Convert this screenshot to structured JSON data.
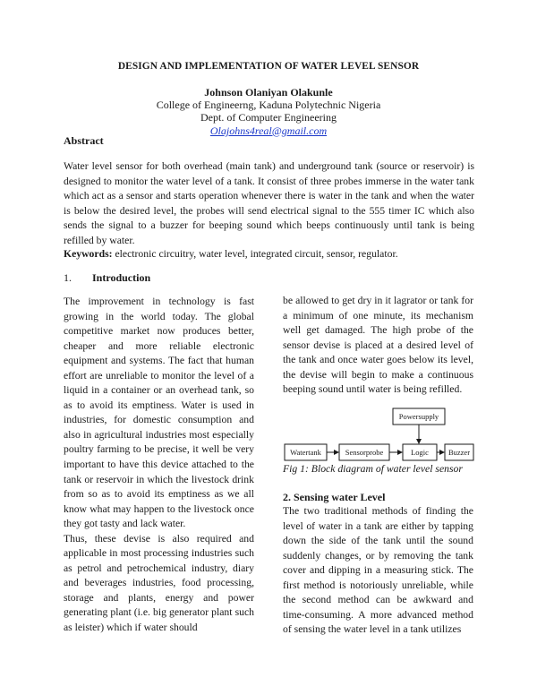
{
  "paper": {
    "title": "DESIGN AND IMPLEMENTATION OF WATER LEVEL SENSOR",
    "author_name": "Johnson Olaniyan Olakunle",
    "affiliation": "College of Engineerng, Kaduna Polytechnic Nigeria",
    "department": "Dept. of Computer Engineering",
    "email": "Olajohns4real@gmail.com"
  },
  "abstract": {
    "heading": "Abstract",
    "text": "Water level sensor for both overhead (main tank) and underground tank (source or reservoir) is designed to monitor the water level of a tank. It consist of three probes immerse in the water tank which act as a sensor and starts operation whenever there is water in the tank and when the water is below the desired level, the probes will send electrical signal to the 555 timer IC which also sends the signal to a buzzer for beeping sound which beeps continuously until tank is being refilled by water."
  },
  "keywords": {
    "label": "Keywords:",
    "text": " electronic circuitry, water level, integrated circuit, sensor, regulator."
  },
  "section1": {
    "number": "1.",
    "title": "Introduction",
    "para1": "The improvement in technology is fast growing in the world today. The global competitive market now produces better, cheaper and more reliable electronic equipment and systems. The fact that human effort are unreliable to monitor the level of a liquid in a container or an overhead tank, so as to avoid its emptiness. Water is used in industries, for domestic consumption and also in agricultural industries most especially poultry farming to be precise, it well be very important to have this device attached to the tank or reservoir in which the livestock drink from so as to avoid its emptiness as we all know what may happen to the livestock once they got tasty and lack water.",
    "para2": "Thus, these devise is also required and applicable in most processing industries such as petrol and petrochemical industry, diary and beverages industries, food processing, storage and plants, energy and power generating plant (i.e. big generator plant such as leister) which if water should",
    "para3": "be allowed to get dry in it lagrator or tank for a minimum of one minute, its mechanism well get damaged. The high probe of the sensor devise is placed at a desired level of the tank and once water goes below its level, the devise will begin to make a continuous beeping sound until water is being refilled."
  },
  "figure": {
    "blocks": {
      "power": "Powersupply",
      "watertank": "Watertank",
      "sensor": "Sensorprobe",
      "logic": "Logic",
      "buzzer": "Buzzer"
    },
    "caption": "Fig 1: Block diagram of water level sensor"
  },
  "section2": {
    "number": "2",
    "title": ". Sensing water Level",
    "text": "The two traditional methods of finding the level of water in a tank are either by tapping down the side of the tank until the sound suddenly changes, or by removing the tank cover and dipping in a measuring stick. The first method is notoriously unreliable, while the second method can be awkward and time-consuming. A more advanced method of sensing the water level in a tank utilizes"
  }
}
